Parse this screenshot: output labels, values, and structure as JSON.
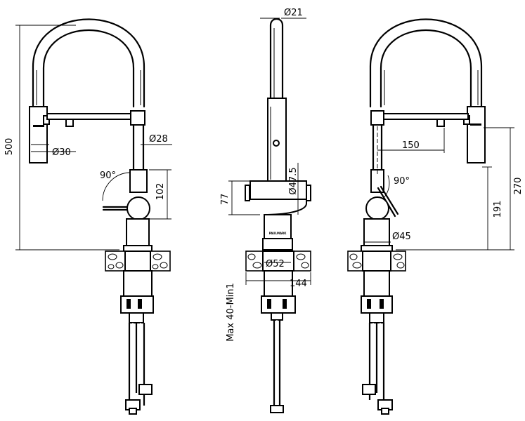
{
  "labels": {
    "height_total": "500",
    "spray_dia": "Ø30",
    "pipe_dia": "Ø28",
    "swivel_angle_left": "90°",
    "lever_height": "102",
    "spout_dia": "Ø21",
    "body_dia_47": "Ø47.5",
    "body_height": "77",
    "base_dia": "Ø52",
    "base_width": "144",
    "counter_thickness": "Max 40-Min1",
    "reach": "150",
    "swivel_angle_right": "90°",
    "spout_height_270": "270",
    "spout_height_191": "191",
    "body_dia_45": "Ø45",
    "logo": "PAULMARK"
  }
}
